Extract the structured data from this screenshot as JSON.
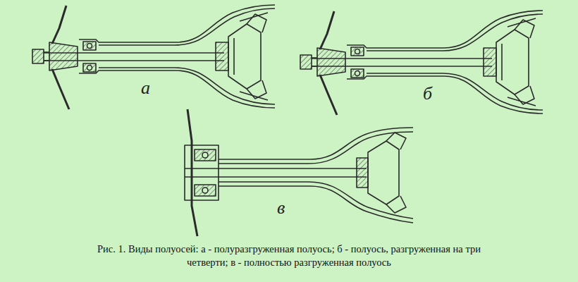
{
  "diagram": {
    "caption": "Рис. 1. Виды полуосей: а - полуразгруженная полуось; б - полуось, разгруженная на три четверти; в - полностью разгруженная полуось",
    "labels": [
      "а",
      "б",
      "в"
    ]
  }
}
